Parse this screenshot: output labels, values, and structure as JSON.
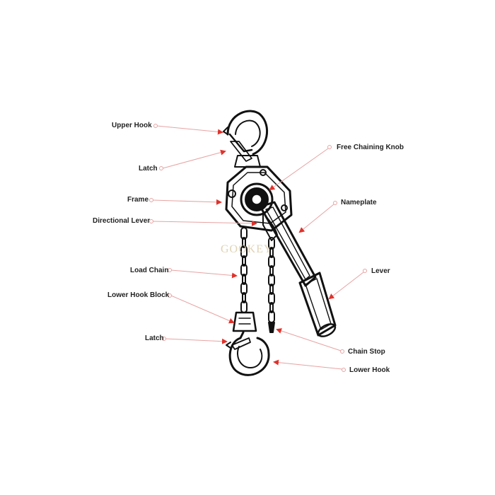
{
  "colors": {
    "leader_line": "#e7a3a3",
    "arrow_head": "#e0322b",
    "label_text": "#222222",
    "outline": "#111111"
  },
  "watermark": "GOOKEY",
  "labels": {
    "upper_hook": "Upper Hook",
    "latch_upper": "Latch",
    "frame": "Frame",
    "directional_lever": "Directional Lever",
    "load_chain": "Load Chain",
    "lower_hook_block": "Lower Hook Block",
    "latch_lower": "Latch",
    "free_chaining_knob": "Free Chaining Knob",
    "nameplate": "Nameplate",
    "lever": "Lever",
    "chain_stop": "Chain Stop",
    "lower_hook": "Lower Hook"
  }
}
